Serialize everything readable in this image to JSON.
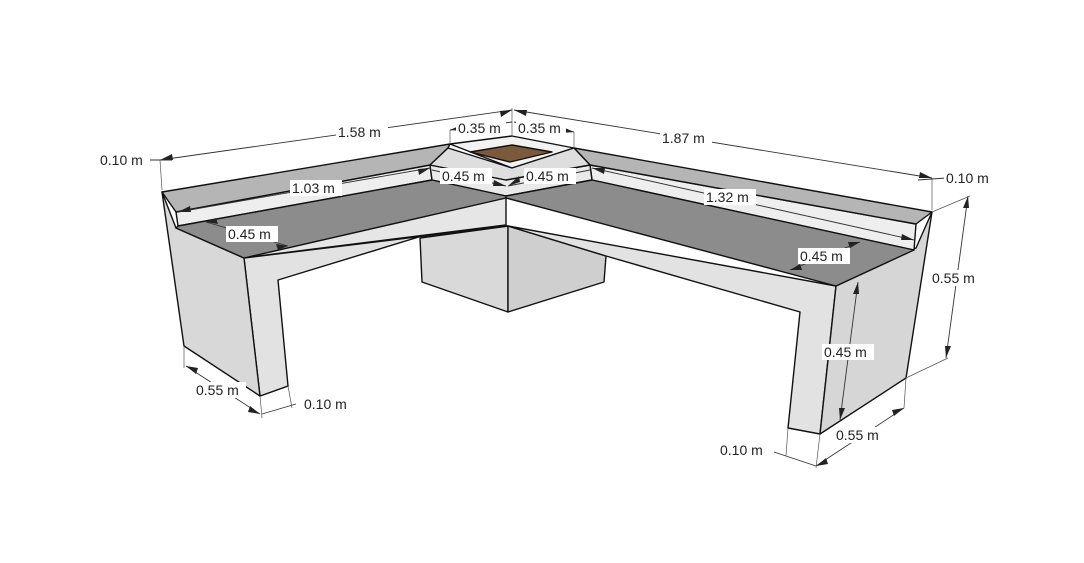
{
  "dimensions": {
    "top_left_length": "1.58 m",
    "top_right_length": "1.87 m",
    "planter_left_width": "0.35 m",
    "planter_right_width": "0.35 m",
    "left_back_thickness": "0.10 m",
    "right_back_thickness": "0.10 m",
    "left_inner_length": "1.03 m",
    "right_inner_length": "1.32 m",
    "corner_left_depth": "0.45 m",
    "corner_right_depth": "0.45 m",
    "left_seat_depth": "0.45 m",
    "right_seat_depth": "0.45 m",
    "total_height": "0.55 m",
    "seat_height": "0.45 m",
    "left_leg_depth": "0.55 m",
    "left_leg_thickness": "0.10 m",
    "right_leg_thickness": "0.10 m",
    "right_leg_depth": "0.55 m"
  },
  "colors": {
    "top_edge": "#b5b5b5",
    "seat": "#8c8c8c",
    "back_inner": "#e3e3e3",
    "front_face": "#e6e6e6",
    "side_face": "#d0d0d0",
    "planter_box": "#d9d9d9",
    "soil": "#7a5a3a"
  }
}
